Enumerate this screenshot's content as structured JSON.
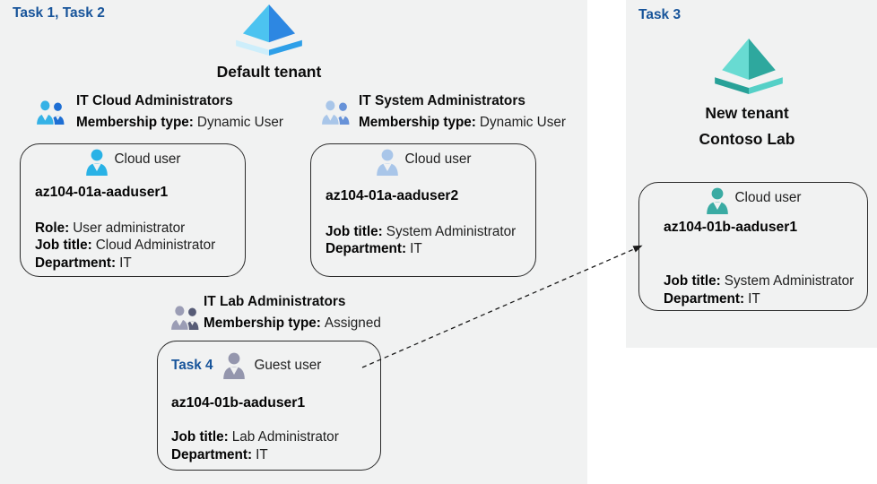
{
  "labels": {
    "task12": "Task 1, Task 2",
    "task3": "Task 3",
    "default_tenant": "Default tenant",
    "new_tenant_line1": "New tenant",
    "new_tenant_line2": "Contoso Lab"
  },
  "groups": [
    {
      "title": "IT Cloud Administrators",
      "membership_label": "Membership type:",
      "membership_value": "Dynamic User"
    },
    {
      "title": "IT System Administrators",
      "membership_label": "Membership type:",
      "membership_value": "Dynamic User"
    },
    {
      "title": "IT Lab Administrators",
      "membership_label": "Membership type:",
      "membership_value": "Assigned"
    }
  ],
  "cards": [
    {
      "user_type": "Cloud user",
      "name": "az104-01a-aaduser1",
      "details": [
        {
          "label": "Role:",
          "value": "User administrator"
        },
        {
          "label": "Job title:",
          "value": "Cloud Administrator"
        },
        {
          "label": "Department:",
          "value": "IT"
        }
      ]
    },
    {
      "user_type": "Cloud user",
      "name": "az104-01a-aaduser2",
      "details": [
        {
          "label": "Job title:",
          "value": "System Administrator"
        },
        {
          "label": "Department:",
          "value": "IT"
        }
      ]
    },
    {
      "task_label": "Task 4",
      "user_type": "Guest user",
      "name": "az104-01b-aaduser1",
      "details": [
        {
          "label": "Job title:",
          "value": "Lab Administrator"
        },
        {
          "label": "Department:",
          "value": "IT"
        }
      ]
    },
    {
      "user_type": "Cloud user",
      "name": "az104-01b-aaduser1",
      "details": [
        {
          "label": "Job title:",
          "value": "System Administrator"
        },
        {
          "label": "Department:",
          "value": "IT"
        }
      ]
    }
  ],
  "icons": {
    "tenant_icon": "azure-ad-pyramid",
    "group_icon": "two-users",
    "user_icon": "single-user",
    "arrow": "dashed-arrow-guest-invite"
  },
  "colors": {
    "task_label": "#17549a",
    "panel_bg": "#f1f2f2",
    "pyramid_blue_left": "#4cc3f0",
    "pyramid_blue_right": "#2d87e2",
    "pyramid_blue_base_left": "#cdeefb",
    "pyramid_blue_base_right": "#2e9fe8",
    "pyramid_teal_left": "#68dbd2",
    "pyramid_teal_right": "#2ea89e",
    "pyramid_teal_base_left": "#28a198",
    "pyramid_teal_base_right": "#55d0c7",
    "group_cloud_front": "#35b2e6",
    "group_cloud_back": "#1e6fd4",
    "group_system_front": "#a9c6e9",
    "group_system_back": "#6792d8",
    "group_lab_front": "#9b9db5",
    "group_lab_back": "#565b76",
    "person_cloud1": "#29b2e6",
    "person_cloud2": "#a9c6e9",
    "person_guest": "#9496ad",
    "person_teal": "#3aaba3"
  }
}
